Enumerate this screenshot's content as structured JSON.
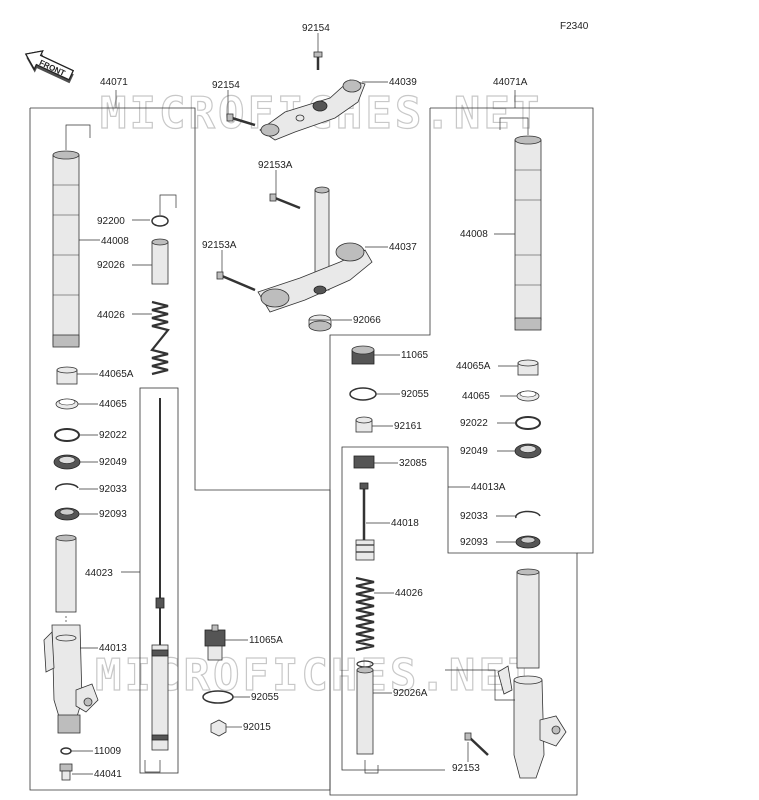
{
  "figure_code": "F2340",
  "front_label": "FRONT",
  "watermark": "MICROFICHES.NET",
  "labels": {
    "p92154a": "92154",
    "p44039": "44039",
    "p92154b": "92154",
    "p44071": "44071",
    "p44071A": "44071A",
    "p92153Aa": "92153A",
    "p92153Ab": "92153A",
    "p44037": "44037",
    "p92066": "92066",
    "p92200": "92200",
    "p44008L": "44008",
    "p92026": "92026",
    "p44026L": "44026",
    "p44065AL": "44065A",
    "p44065L": "44065",
    "p92022L": "92022",
    "p92049L": "92049",
    "p92033L": "92033",
    "p92093L": "92093",
    "p44023": "44023",
    "p44013": "44013",
    "p11009": "11009",
    "p44041": "44041",
    "p11065A": "11065A",
    "p92055L": "92055",
    "p92015": "92015",
    "p44008R": "44008",
    "p11065": "11065",
    "p92055R": "92055",
    "p92161": "92161",
    "p44065AR": "44065A",
    "p44065R": "44065",
    "p92022R": "92022",
    "p92049R": "92049",
    "p32085": "32085",
    "p44013A": "44013A",
    "p44018": "44018",
    "p92033R": "92033",
    "p92093R": "92093",
    "p44026R": "44026",
    "p92026A": "92026A",
    "p92153": "92153"
  }
}
